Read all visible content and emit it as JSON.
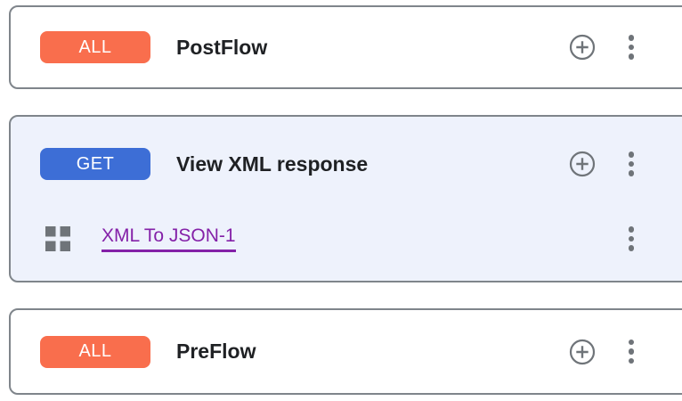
{
  "colors": {
    "badge_all": "#F96E4D",
    "badge_get": "#3D6ED6",
    "badge_text": "#FFFFFF",
    "card_border": "#7F858B",
    "flow_card_bg": "#EEF2FC",
    "title_text": "#1F2124",
    "icon_gray": "#6F7479",
    "link_purple": "#8421A8"
  },
  "cards": [
    {
      "kind": "flow",
      "badge": "ALL",
      "title": "PostFlow",
      "icons": [
        "add-circle-icon",
        "kebab-menu-icon"
      ]
    },
    {
      "kind": "conditional-flow",
      "badge": "GET",
      "title": "View XML response",
      "icons": [
        "add-circle-icon",
        "kebab-menu-icon"
      ],
      "policies": [
        {
          "label": "XML To JSON-1",
          "icon": "policy-grid-icon"
        }
      ]
    },
    {
      "kind": "flow",
      "badge": "ALL",
      "title": "PreFlow",
      "icons": [
        "add-circle-icon",
        "kebab-menu-icon"
      ]
    }
  ]
}
